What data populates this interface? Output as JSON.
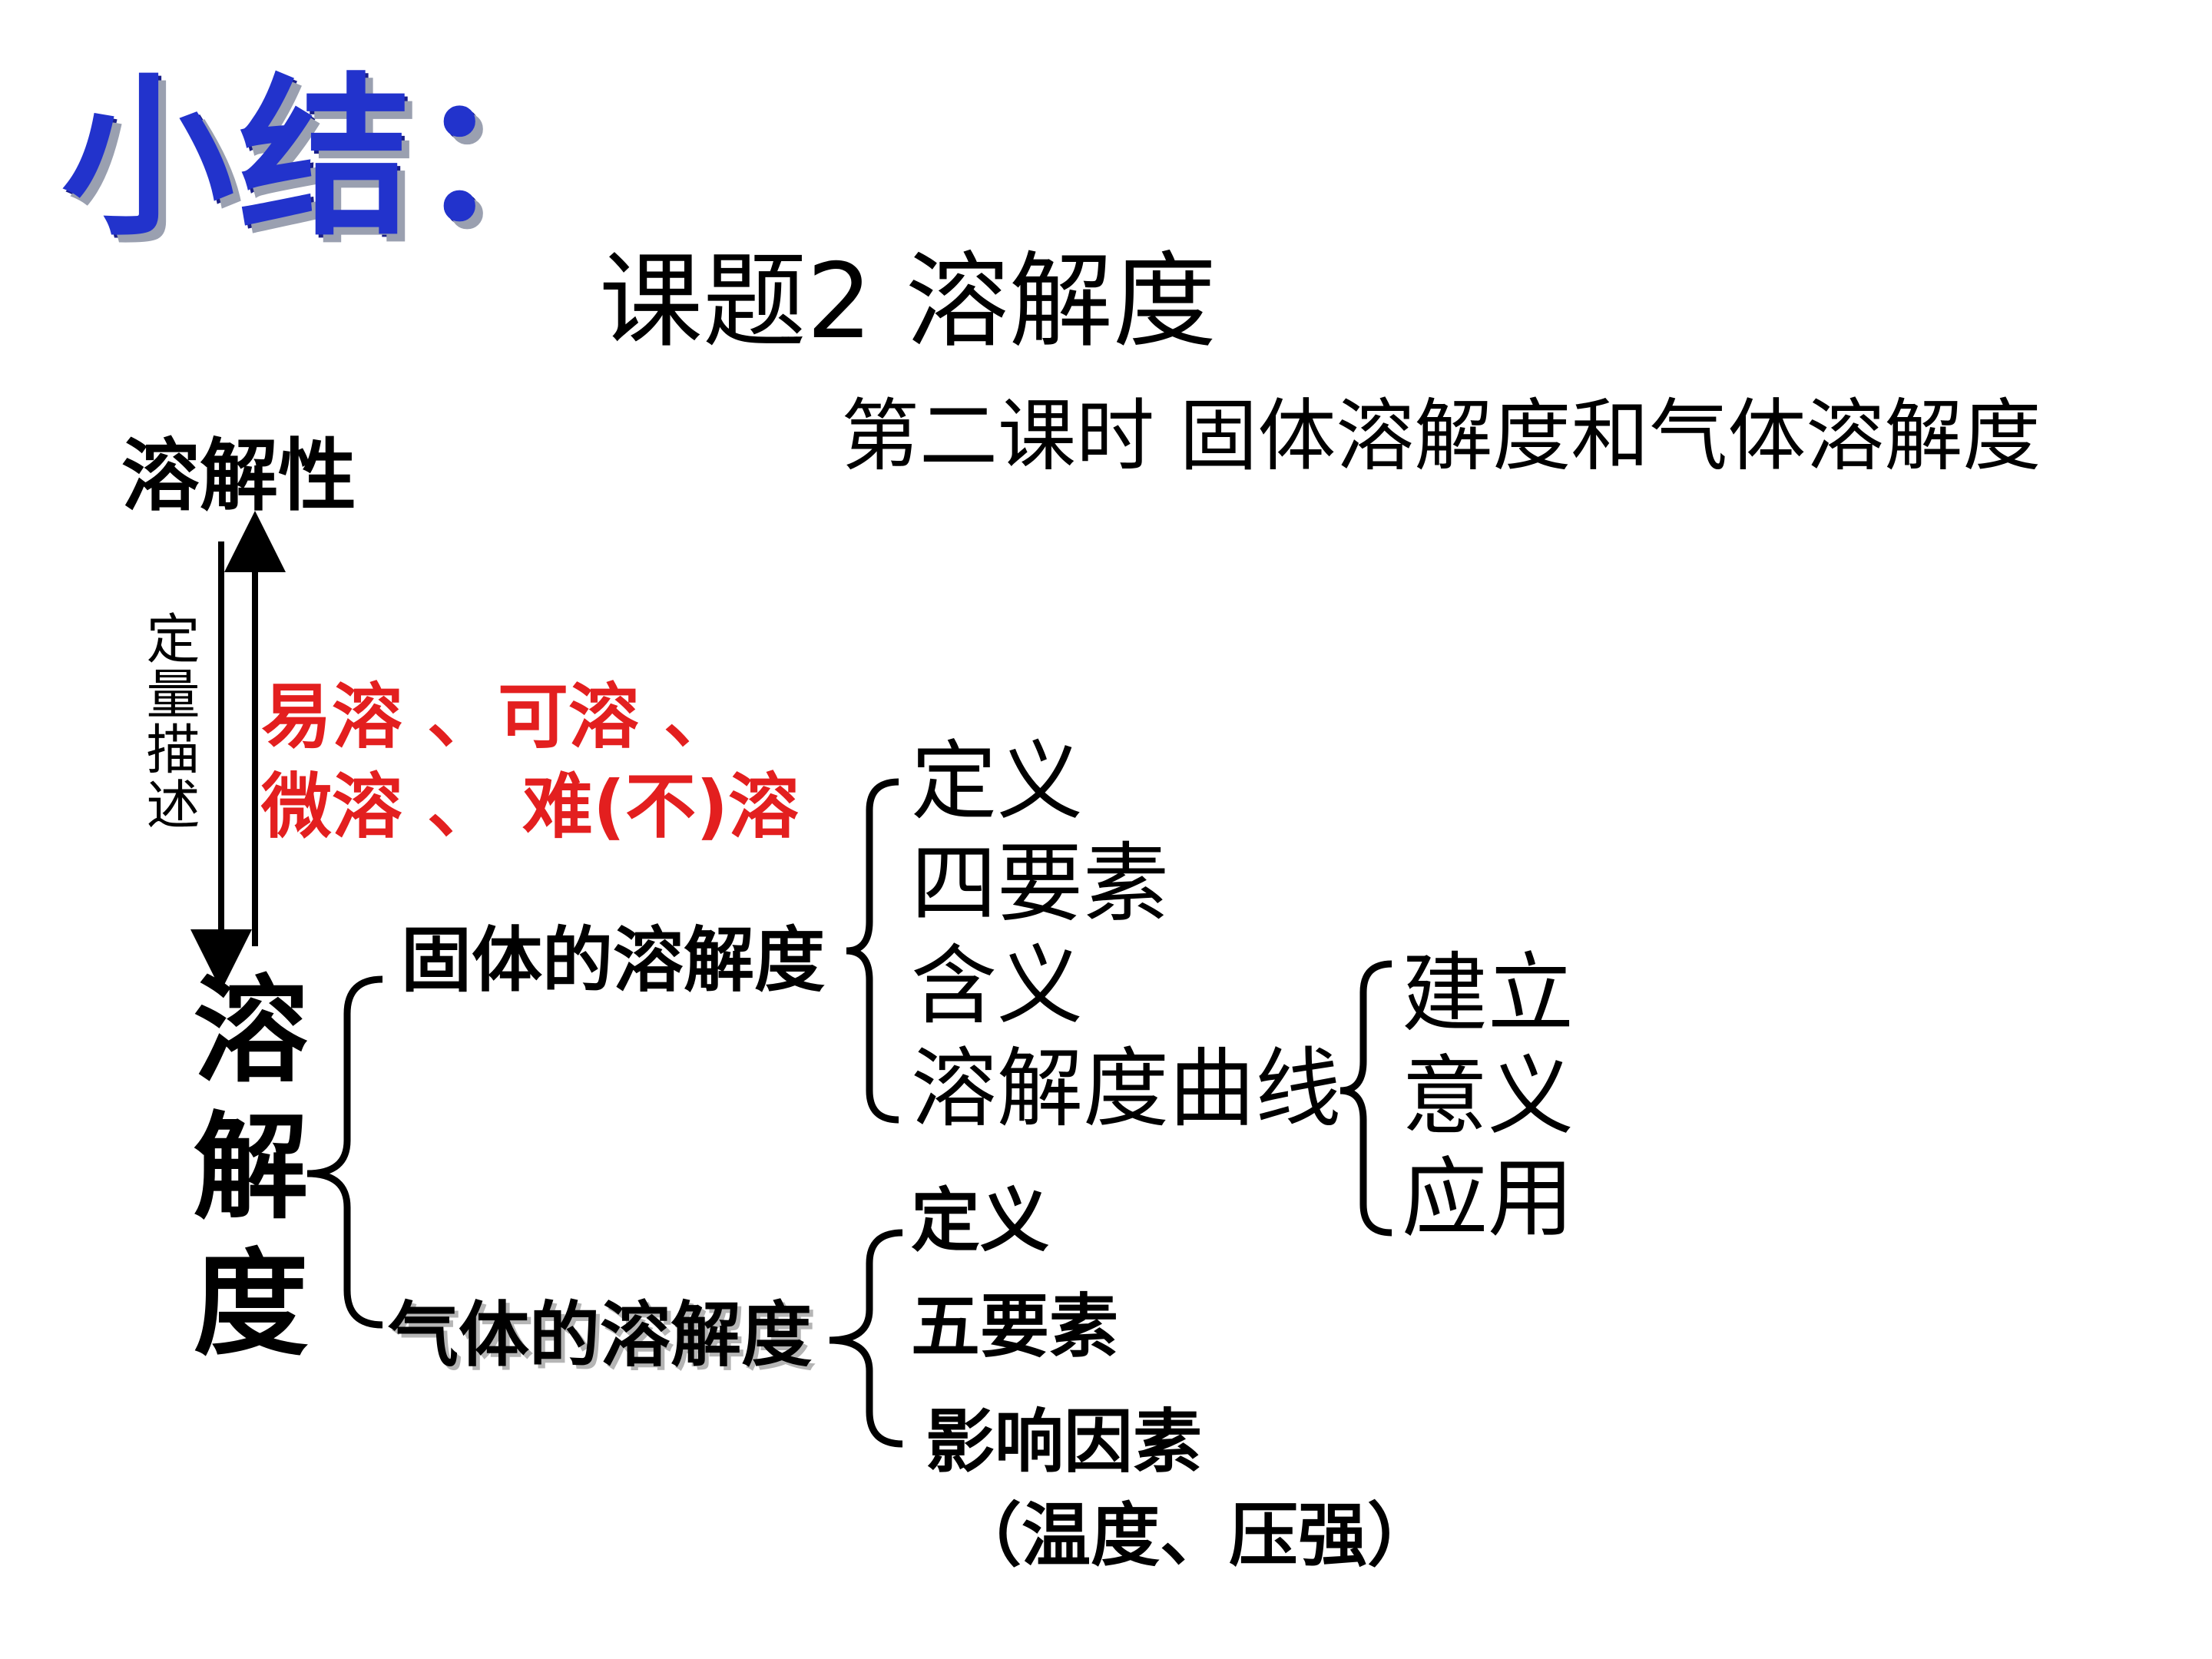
{
  "heading": "小结：",
  "title": "课题2  溶解度",
  "subtitle": "第二课时  固体溶解度和气体溶解度",
  "solubility": "溶解性",
  "quantitative": "定量描述",
  "qualitative": {
    "line1": "易溶 、可溶 、",
    "line2": "微溶 、 难(不)溶",
    "color": "#e31f1f"
  },
  "root": "溶解度",
  "solid": {
    "label": "固体的溶解度",
    "items": [
      "定义",
      "四要素",
      "含义",
      "溶解度曲线"
    ],
    "curve_items": [
      "建立",
      "意义",
      "应用"
    ]
  },
  "gas": {
    "label": "气体的溶解度",
    "items": [
      "定义",
      "五要素",
      "影响因素"
    ],
    "factors_note": "（温度、压强）"
  },
  "colors": {
    "heading": "#2233cc",
    "highlight": "#e31f1f"
  }
}
